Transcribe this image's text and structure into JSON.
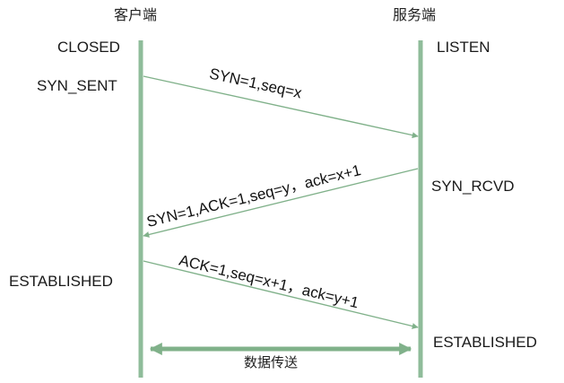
{
  "client": {
    "title": "客户端",
    "states": [
      "CLOSED",
      "SYN_SENT",
      "ESTABLISHED"
    ]
  },
  "server": {
    "title": "服务端",
    "states": [
      "LISTEN",
      "SYN_RCVD",
      "ESTABLISHED"
    ]
  },
  "messages": [
    {
      "text": "SYN=1,seq=x",
      "direction": "client-to-server"
    },
    {
      "text": "SYN=1,ACK=1,seq=y，ack=x+1",
      "direction": "server-to-client"
    },
    {
      "text": "ACK=1,seq=x+1，ack=y+1",
      "direction": "client-to-server"
    }
  ],
  "transfer": {
    "text": "数据传送"
  },
  "colors": {
    "line": "#8fbc9a",
    "arrow": "#80b18a",
    "text": "#1a1a1a"
  }
}
